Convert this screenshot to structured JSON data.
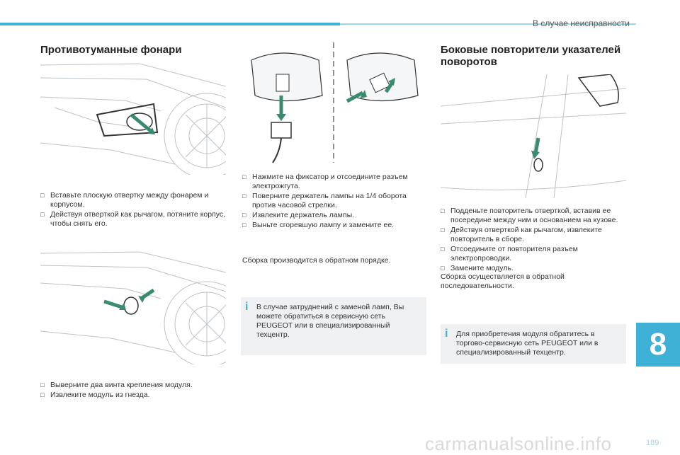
{
  "header": {
    "section_title": "В случае неисправности"
  },
  "left": {
    "title": "Противотуманные фонари",
    "steps1": [
      "Вставьте плоскую отвертку между фонарем и корпусом.",
      "Действуя отверткой как рычагом, потяните корпус, чтобы снять его."
    ],
    "steps2": [
      "Выверните два винта крепления модуля.",
      "Извлеките модуль из гнезда."
    ]
  },
  "middle": {
    "steps": [
      "Нажмите на фиксатор и отсоедините разъем электрожгута.",
      "Поверните держатель лампы на 1/4 оборота против часовой стрелки.",
      "Извлеките держатель лампы.",
      "Выньте сгоревшую лампу и замените ее."
    ],
    "reassembly": "Сборка производится в обратном порядке.",
    "info": "В случае затруднений с заменой ламп, Вы можете обратиться в сервисную сеть PEUGEOT или в специализированный техцентр."
  },
  "right": {
    "title_line1": "Боковые повторители указателей",
    "title_line2": "поворотов",
    "steps": [
      "Подденьте повторитель отверткой, вставив ее посередине между ним и основанием на кузове.",
      "Действуя отверткой как рычагом, извлеките повторитель в сборе.",
      "Отсоедините от повторителя разъем электропроводки.",
      "Замените модуль."
    ],
    "reassembly": "Сборка осуществляется в обратной последовательности.",
    "info": "Для приобретения модуля обратитесь в торгово-сервисную сеть PEUGEOT или в специализированный техцентр."
  },
  "chapter_number": "8",
  "page_number": "189",
  "watermark": "carmanualsonline.info",
  "colors": {
    "accent": "#3fb0d6",
    "arrow_green": "#3a8a6e",
    "info_bg": "#eef0f1"
  },
  "icons": {
    "bullet": "square-bullet-icon",
    "info": "info-icon"
  }
}
